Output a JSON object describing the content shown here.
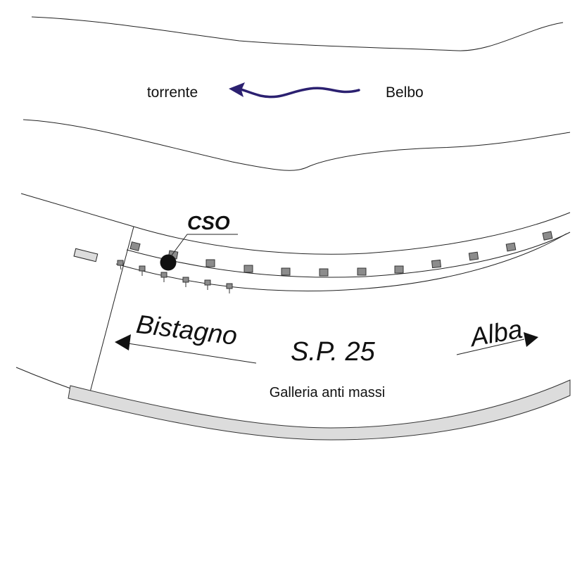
{
  "labels": {
    "torrente": "torrente",
    "belbo": "Belbo",
    "cso": "CSO",
    "bistagno": "Bistagno",
    "sp25": "S.P. 25",
    "alba": "Alba",
    "galleria": "Galleria anti massi"
  },
  "colors": {
    "flow_arrow": "#2b2070",
    "road_marker": "#8c8c8c",
    "gallery_fill": "#dcdcdc",
    "cso_point": "#111111"
  }
}
